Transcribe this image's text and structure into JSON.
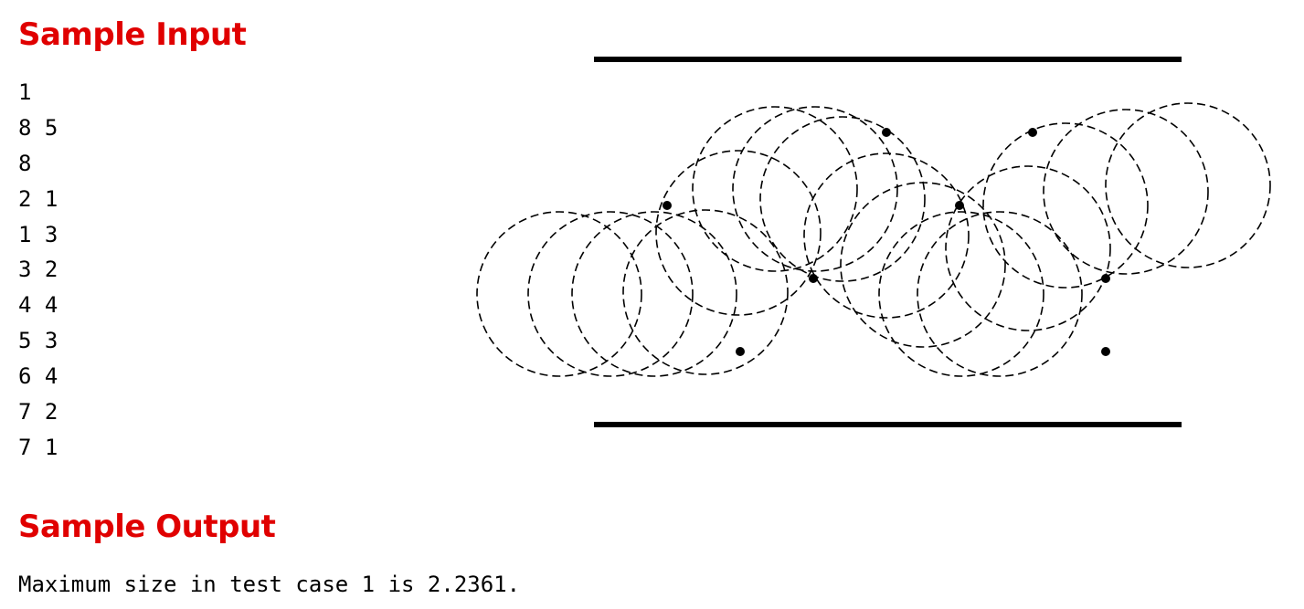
{
  "sample_input": {
    "heading": "Sample Input",
    "lines": [
      "1",
      "8 5",
      "8",
      "2 1",
      "1 3",
      "3 2",
      "4 4",
      "5 3",
      "6 4",
      "7 2",
      "7 1"
    ]
  },
  "sample_output": {
    "heading": "Sample Output",
    "text": "Maximum size in test case 1 is 2.2361."
  },
  "colors": {
    "heading": "#e00000",
    "text": "#000000"
  }
}
